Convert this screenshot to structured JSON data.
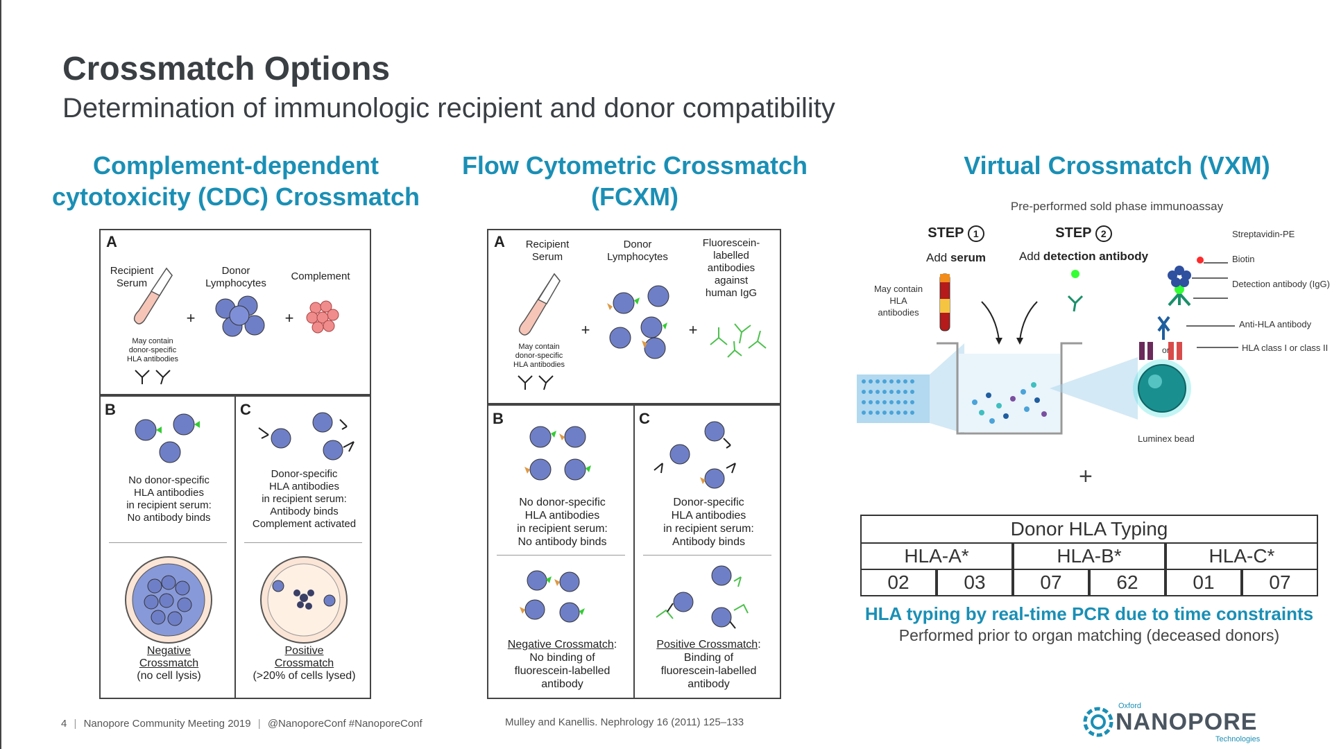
{
  "slide": {
    "title": "Crossmatch Options",
    "subtitle": "Determination of immunologic recipient and donor compatibility"
  },
  "cdc": {
    "heading_line1": "Complement-dependent",
    "heading_line2": "cytotoxicity (CDC) Crossmatch",
    "panel_a": {
      "label": "A",
      "recipient_l1": "Recipient",
      "recipient_l2": "Serum",
      "donor_l1": "Donor",
      "donor_l2": "Lymphocytes",
      "complement": "Complement",
      "note_l1": "May contain",
      "note_l2": "donor-specific",
      "note_l3": "HLA antibodies",
      "plus": "+"
    },
    "panel_b": {
      "label": "B",
      "l1": "No donor-specific",
      "l2": "HLA antibodies",
      "l3": "in recipient serum:",
      "l4": "No antibody binds",
      "res_l1": "Negative",
      "res_l2": "Crossmatch",
      "res_l3": "(no cell lysis)"
    },
    "panel_c": {
      "label": "C",
      "l1": "Donor-specific",
      "l2": "HLA antibodies",
      "l3": "in recipient serum:",
      "l4": "Antibody binds",
      "l5": "Complement activated",
      "res_l1": "Positive",
      "res_l2": "Crossmatch",
      "res_l3": "(>20% of cells lysed)"
    }
  },
  "fcxm": {
    "heading_line1": "Flow Cytometric Crossmatch",
    "heading_line2": "(FCXM)",
    "panel_a": {
      "label": "A",
      "recipient_l1": "Recipient",
      "recipient_l2": "Serum",
      "donor_l1": "Donor",
      "donor_l2": "Lymphocytes",
      "fluor_l1": "Fluorescein-",
      "fluor_l2": "labelled",
      "fluor_l3": "antibodies",
      "fluor_l4": "against",
      "fluor_l5": "human IgG",
      "note_l1": "May contain",
      "note_l2": "donor-specific",
      "note_l3": "HLA antibodies",
      "plus": "+"
    },
    "panel_b": {
      "label": "B",
      "l1": "No donor-specific",
      "l2": "HLA antibodies",
      "l3": "in recipient serum:",
      "l4": "No antibody binds",
      "res_title": "Negative Crossmatch",
      "res_colon": ":",
      "res_l2": "No binding of",
      "res_l3": "fluorescein-labelled",
      "res_l4": "antibody"
    },
    "panel_c": {
      "label": "C",
      "l1": "Donor-specific",
      "l2": "HLA antibodies",
      "l3": "in recipient serum:",
      "l4": "Antibody binds",
      "res_title": "Positive Crossmatch",
      "res_colon": ":",
      "res_l2": "Binding of",
      "res_l3": "fluorescein-labelled",
      "res_l4": "antibody"
    }
  },
  "vxm": {
    "heading": "Virtual Crossmatch (VXM)",
    "assay": "Pre-performed sold phase immunoassay",
    "step_word": "STEP",
    "step1_num": "1",
    "step1_pre": "Add ",
    "step1_bold": "serum",
    "step2_num": "2",
    "step2_pre": "Add ",
    "step2_bold": "detection antibody",
    "may_l1": "May contain",
    "may_l2": "HLA",
    "may_l3": "antibodies",
    "legend": {
      "strep": "Streptavidin-PE",
      "biotin": "Biotin",
      "detect": "Detection antibody (IgG)",
      "antihla": "Anti-HLA antibody",
      "hlaclass": "HLA class I or class II"
    },
    "or": "or",
    "bead": "Luminex bead",
    "plus": "+",
    "table": {
      "title": "Donor HLA Typing",
      "headers": [
        "HLA-A*",
        "HLA-B*",
        "HLA-C*"
      ],
      "values": [
        "02",
        "03",
        "07",
        "62",
        "01",
        "07"
      ]
    },
    "pcr": "HLA typing by real-time PCR due to time constraints",
    "prior": "Performed prior to organ matching (deceased donors)"
  },
  "footer": {
    "page": "4",
    "meeting": "Nanopore Community Meeting 2019",
    "handles": "@NanoporeConf #NanoporeConf",
    "citation": "Mulley and Kanellis. Nephrology 16 (2011) 125–133",
    "logo_top": "Oxford",
    "logo_main": "NANOPORE",
    "logo_sub": "Technologies"
  },
  "colors": {
    "accent": "#1a8fb5",
    "title": "#3a3f44",
    "cell_blue": "#6f7fc7",
    "antibody_green": "#4cc04c"
  }
}
